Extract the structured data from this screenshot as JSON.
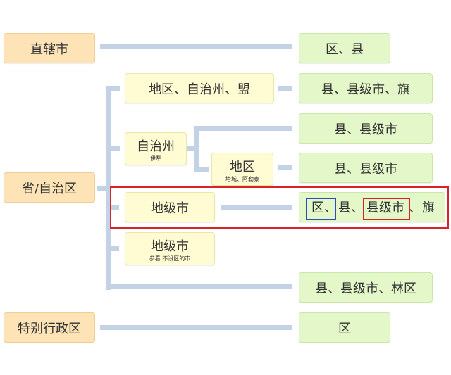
{
  "level1": {
    "municipality": "直辖市",
    "province": "省/自治区",
    "sar": "特别行政区"
  },
  "level2": {
    "region_prefecture_league": "地区、自治州、盟",
    "autonomous_prefecture": "自治州",
    "autonomous_prefecture_note": "伊犁",
    "sub_region": "地区",
    "sub_region_note": "塔城、阿勒泰",
    "prefecture_city": "地级市",
    "prefecture_city_nodistrict": "地级市",
    "prefecture_city_nodistrict_note": "参看 不设区的市"
  },
  "level3": {
    "municipality_children": "区、县",
    "region_children": "县、县级市、旗",
    "autonomous_children": "县、县级市",
    "sub_region_children": "县、县级市",
    "city_children": {
      "district": "区",
      "sep1": "、",
      "county": "县",
      "sep2": "、",
      "county_city": "县级市",
      "sep3": "、",
      "banner": "旗"
    },
    "direct_children": "县、县级市、林区",
    "sar_children": "区"
  },
  "colors": {
    "level1": "#fde3b6",
    "level2": "#fffbd2",
    "level3": "#e3f7c8",
    "connector": "#c3d3e5",
    "highlight_red": "#d8232a",
    "highlight_blue": "#2b4fb5"
  }
}
